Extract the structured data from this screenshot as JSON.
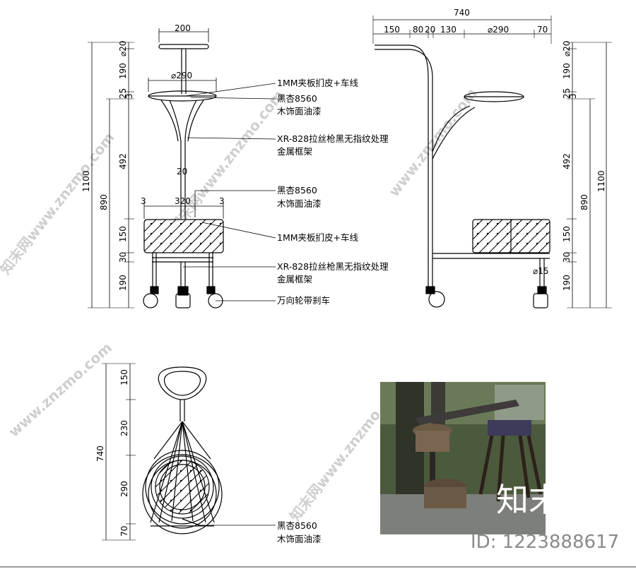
{
  "front_view": {
    "dims_top": {
      "top_bar": "200",
      "tray_dia": "⌀290"
    },
    "dims_left": {
      "d1": "⌀20",
      "d2": "190",
      "d3": "25",
      "d4": "3",
      "d5": "492",
      "d6": "150",
      "d7": "30",
      "d8": "190",
      "overall": "1100",
      "mid": "890"
    },
    "dims_inner": {
      "box_width": "320",
      "left_gap": "3",
      "right_gap": "3",
      "rod": "20"
    },
    "notes": [
      {
        "line1": "1MM夹板扪皮+车线",
        "line2": ""
      },
      {
        "line1": "黑杏8560",
        "line2": "木饰面油漆"
      },
      {
        "line1": "XR-828拉丝枪黑无指纹处理",
        "line2": "金属框架"
      },
      {
        "line1": "黑杏8560",
        "line2": "木饰面油漆"
      },
      {
        "line1": "1MM夹板扪皮+车线",
        "line2": ""
      },
      {
        "line1": "XR-828拉丝枪黑无指纹处理",
        "line2": "金属框架"
      },
      {
        "line1": "万向轮带刹车",
        "line2": ""
      }
    ]
  },
  "side_view": {
    "overall_width": "740",
    "segments": [
      "150",
      "80",
      "20",
      "130",
      "⌀290",
      "70"
    ],
    "dims_right": {
      "d1": "⌀20",
      "d2": "190",
      "d3": "25",
      "d4": "3",
      "d5": "492",
      "d6": "150",
      "d7": "30",
      "d8": "190",
      "overall": "1100",
      "mid": "890"
    },
    "wheel_dia": "⌀15"
  },
  "top_view": {
    "dims_left": {
      "d1": "150",
      "d2": "230",
      "d3": "290",
      "d4": "70",
      "overall": "740"
    },
    "note": {
      "line1": "黑杏8560",
      "line2": "木饰面油漆"
    }
  },
  "watermarks": [
    "知末网www.znzmo.com",
    "www.znzmo.com",
    "知末网www.znzmo.com",
    "www.znzmo.com",
    "知末网www.znzmo.com"
  ],
  "brand": {
    "logo_text": "知末",
    "id_text": "ID: 1223888617"
  },
  "colors": {
    "line": "#000000",
    "photo_bg": "#4b5a3c",
    "watermark": "#cfcfcf",
    "id_text": "#8a8a8a"
  }
}
